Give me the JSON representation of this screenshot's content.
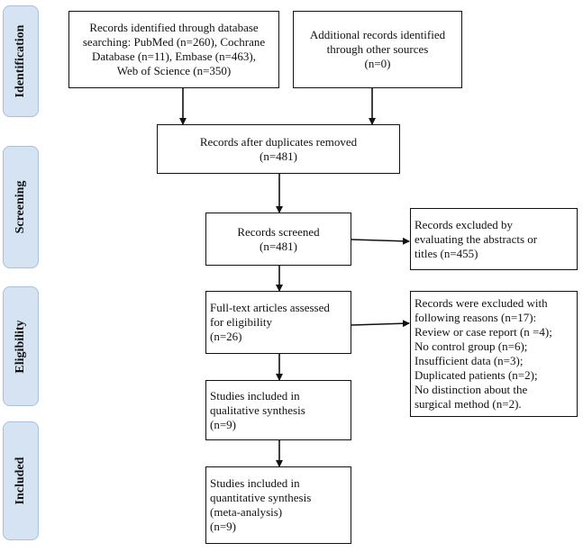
{
  "phases": {
    "identification": "Identification",
    "screening": "Screening",
    "eligibility": "Eligibility",
    "included": "Included"
  },
  "boxes": {
    "database_records": "Records identified through database\nsearching: PubMed (n=260), Cochrane\nDatabase (n=11), Embase (n=463),\nWeb of Science (n=350)",
    "other_sources": "Additional records identified\nthrough other sources\n(n=0)",
    "after_duplicates": "Records after duplicates removed\n(n=481)",
    "screened": "Records screened\n(n=481)",
    "excluded_abstracts": "Records excluded by\nevaluating the abstracts or\ntitles (n=455)",
    "fulltext_assessed": "Full-text articles assessed\nfor eligibility\n(n=26)",
    "excluded_reasons": "Records were excluded with\nfollowing reasons (n=17):\nReview or case report (n =4);\nNo control group (n=6);\nInsufficient data (n=3);\nDuplicated patients (n=2);\nNo distinction about the\nsurgical method (n=2).",
    "qualitative": "Studies included in\nqualitative synthesis\n(n=9)",
    "quantitative": "Studies included in\nquantitative synthesis\n(meta-analysis)\n(n=9)"
  }
}
